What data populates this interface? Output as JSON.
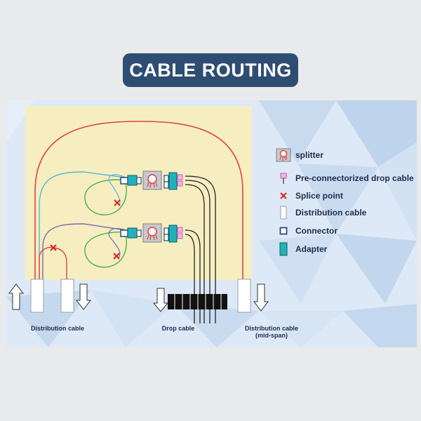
{
  "title": "CABLE ROUTING",
  "legend": [
    {
      "icon": "splitter-icon",
      "label": "splitter"
    },
    {
      "icon": "pre-connectorized-drop-cable-icon",
      "label": "Pre-connectorized drop cable"
    },
    {
      "icon": "splice-point-icon",
      "label": "Splice point"
    },
    {
      "icon": "distribution-cable-icon",
      "label": "Distribution cable"
    },
    {
      "icon": "connector-icon",
      "label": "Connector"
    },
    {
      "icon": "adapter-icon",
      "label": "Adapter"
    }
  ],
  "captions": {
    "left": "Distribution cable",
    "middle": "Drop cable",
    "right_line1": "Distribution cable",
    "right_line2": "(mid-span)"
  },
  "colors": {
    "title_bg": "#2e4d73",
    "enclosure": "#f6eec0",
    "red_cable": "#d9463f",
    "blue_fiber": "#5fb3d9",
    "green_fiber": "#4cae4c",
    "purple_fiber": "#7a6bb0",
    "splice": "#e02020",
    "adapter": "#1fb3b8",
    "drop_connector": "#d45fb8"
  }
}
